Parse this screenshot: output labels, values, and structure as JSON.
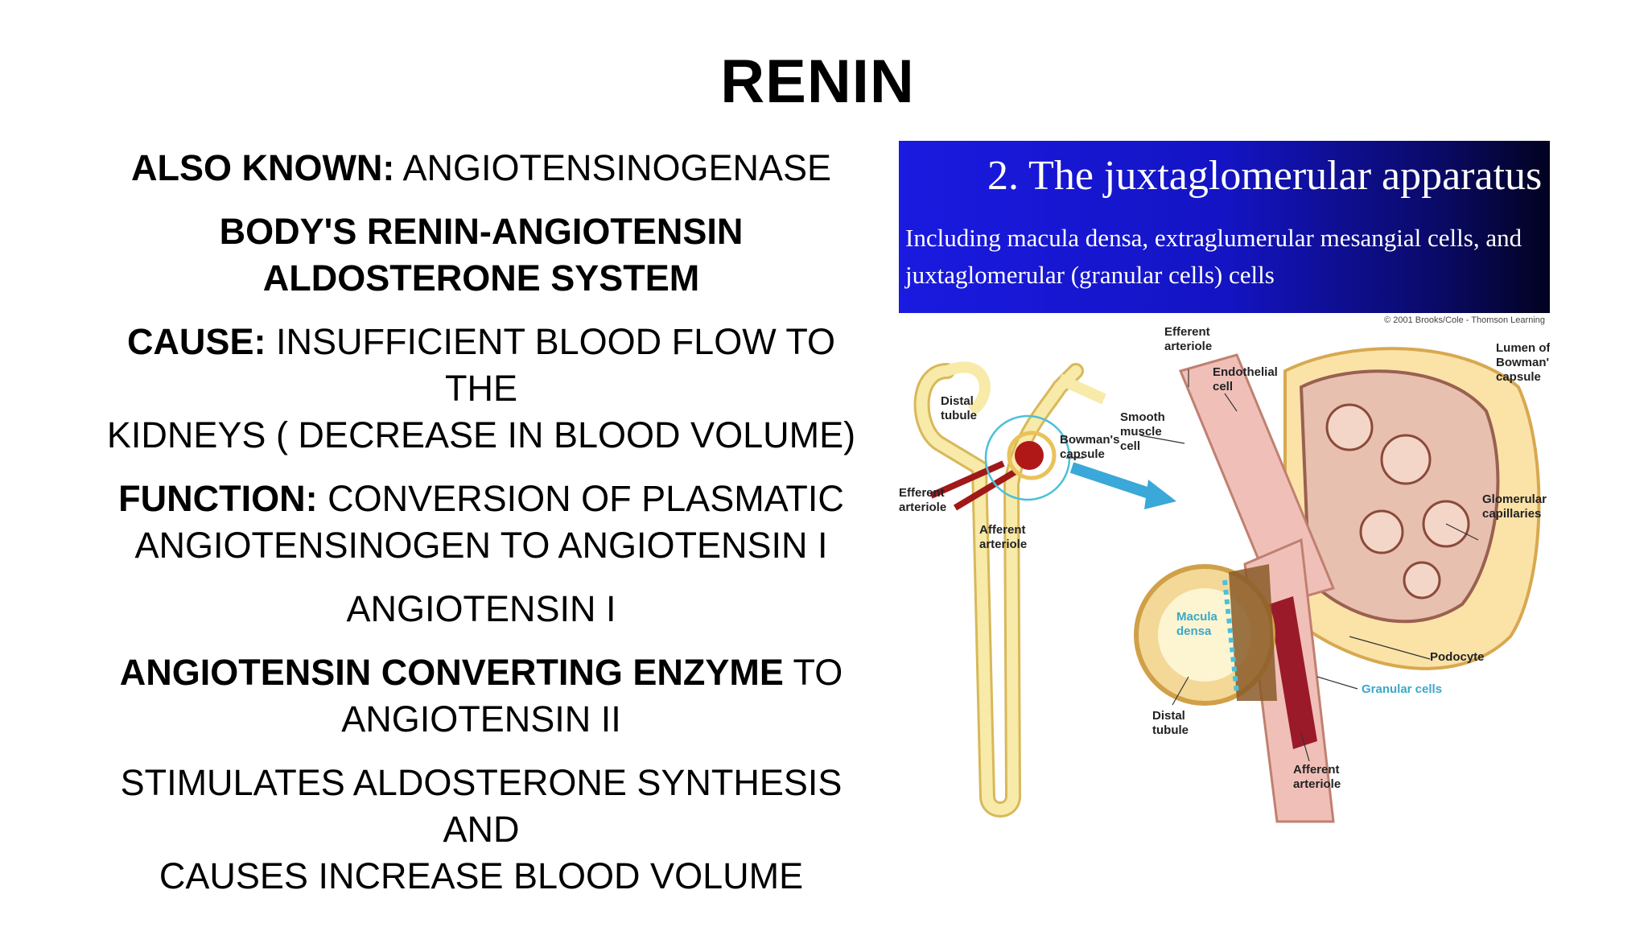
{
  "slide": {
    "title": "RENIN",
    "also_known_label": "ALSO KNOWN:",
    "also_known_value": " ANGIOTENSINOGENASE",
    "system_line1": "BODY'S RENIN-ANGIOTENSIN",
    "system_line2": "ALDOSTERONE SYSTEM",
    "cause_label": "CAUSE:",
    "cause_value": " INSUFFICIENT BLOOD FLOW TO THE",
    "cause_value2": "KIDNEYS ( DECREASE IN BLOOD VOLUME)",
    "function_label": "FUNCTION:",
    "function_value": " CONVERSION OF PLASMATIC",
    "function_value2": "ANGIOTENSINOGEN TO ANGIOTENSIN I",
    "angiotensin_i": "ANGIOTENSIN I",
    "ace_label": "ANGIOTENSIN CONVERTING ENZYME",
    "ace_value": " TO",
    "ace_value2": "ANGIOTENSIN II",
    "stimulates_line1": "STIMULATES ALDOSTERONE SYNTHESIS AND",
    "stimulates_line2": "CAUSES INCREASE BLOOD VOLUME"
  },
  "figure": {
    "banner_title": "2. The juxtaglomerular apparatus",
    "banner_subtitle_line1": "Including macula densa, extraglumerular mesangial cells, and",
    "banner_subtitle_line2": "juxtaglomerular (granular cells) cells",
    "copyright": "© 2001 Brooks/Cole - Thomson Learning",
    "labels": {
      "efferent_arteriole_top_1": "Efferent",
      "efferent_arteriole_top_2": "arteriole",
      "endothelial_1": "Endothelial",
      "endothelial_2": "cell",
      "lumen_1": "Lumen of",
      "lumen_2": "Bowman's",
      "lumen_3": "capsule",
      "distal_tubule_left_1": "Distal",
      "distal_tubule_left_2": "tubule",
      "smooth_muscle_1": "Smooth",
      "smooth_muscle_2": "muscle",
      "smooth_muscle_3": "cell",
      "bowmans_1": "Bowman's",
      "bowmans_2": "capsule",
      "efferent_arteriole_left_1": "Efferent",
      "efferent_arteriole_left_2": "arteriole",
      "afferent_arteriole_left_1": "Afferent",
      "afferent_arteriole_left_2": "arteriole",
      "glomerular_1": "Glomerular",
      "glomerular_2": "capillaries",
      "macula_1": "Macula",
      "macula_2": "densa",
      "podocyte": "Podocyte",
      "granular_cells": "Granular cells",
      "distal_tubule_bottom_1": "Distal",
      "distal_tubule_bottom_2": "tubule",
      "afferent_arteriole_bottom_1": "Afferent",
      "afferent_arteriole_bottom_2": "arteriole"
    }
  }
}
